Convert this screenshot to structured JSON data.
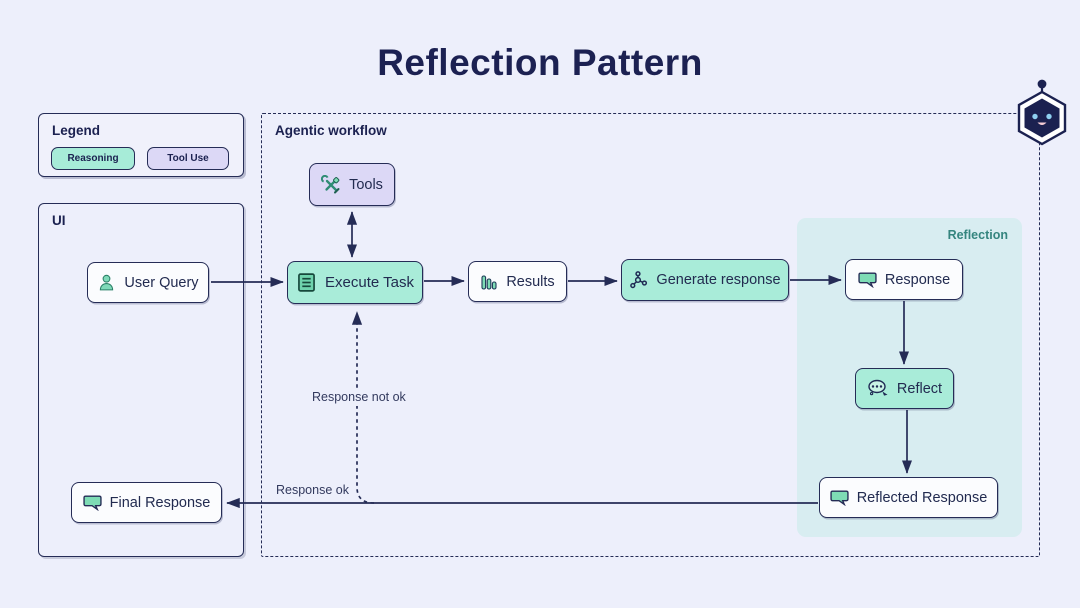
{
  "title": "Reflection Pattern",
  "legend": {
    "title": "Legend",
    "items": [
      {
        "label": "Reasoning",
        "type": "reasoning",
        "color": "#a7ecd8"
      },
      {
        "label": "Tool Use",
        "type": "tool-use",
        "color": "#dcd8f6"
      }
    ]
  },
  "ui_panel": {
    "label": "UI"
  },
  "workflow_panel": {
    "label": "Agentic workflow"
  },
  "reflection_panel": {
    "label": "Reflection",
    "label_color": "#35857f",
    "bg_color": "#d8edf1"
  },
  "nodes": {
    "user_query": {
      "label": "User Query",
      "icon": "user-icon",
      "style": "white"
    },
    "tools": {
      "label": "Tools",
      "icon": "tools-icon",
      "style": "lavender"
    },
    "execute_task": {
      "label": "Execute Task",
      "icon": "task-list-icon",
      "style": "teal"
    },
    "results": {
      "label": "Results",
      "icon": "bar-chart-icon",
      "style": "white"
    },
    "generate_response": {
      "label": "Generate response",
      "icon": "graph-icon",
      "style": "teal"
    },
    "response": {
      "label": "Response",
      "icon": "chat-bubble-icon",
      "style": "white"
    },
    "reflect": {
      "label": "Reflect",
      "icon": "thought-cloud-icon",
      "style": "teal"
    },
    "reflected_response": {
      "label": "Reflected Response",
      "icon": "chat-bubble-icon",
      "style": "white"
    },
    "final_response": {
      "label": "Final Response",
      "icon": "chat-bubble-icon",
      "style": "white"
    }
  },
  "edge_labels": {
    "response_ok": "Response ok",
    "response_not_ok": "Response not ok"
  },
  "mascot": {
    "icon": "robot-hexagon-icon"
  },
  "colors": {
    "page_bg": "#edeffb",
    "navy": "#252c56",
    "teal_fill": "#a9ecd9",
    "lavender_fill": "#dcd8f6",
    "node_bg": "#fbfcfe",
    "reflection_bg": "#d8edf1",
    "reflection_text": "#35857f",
    "icon_green": "#7edcb5",
    "title_text": "#1c2152"
  }
}
